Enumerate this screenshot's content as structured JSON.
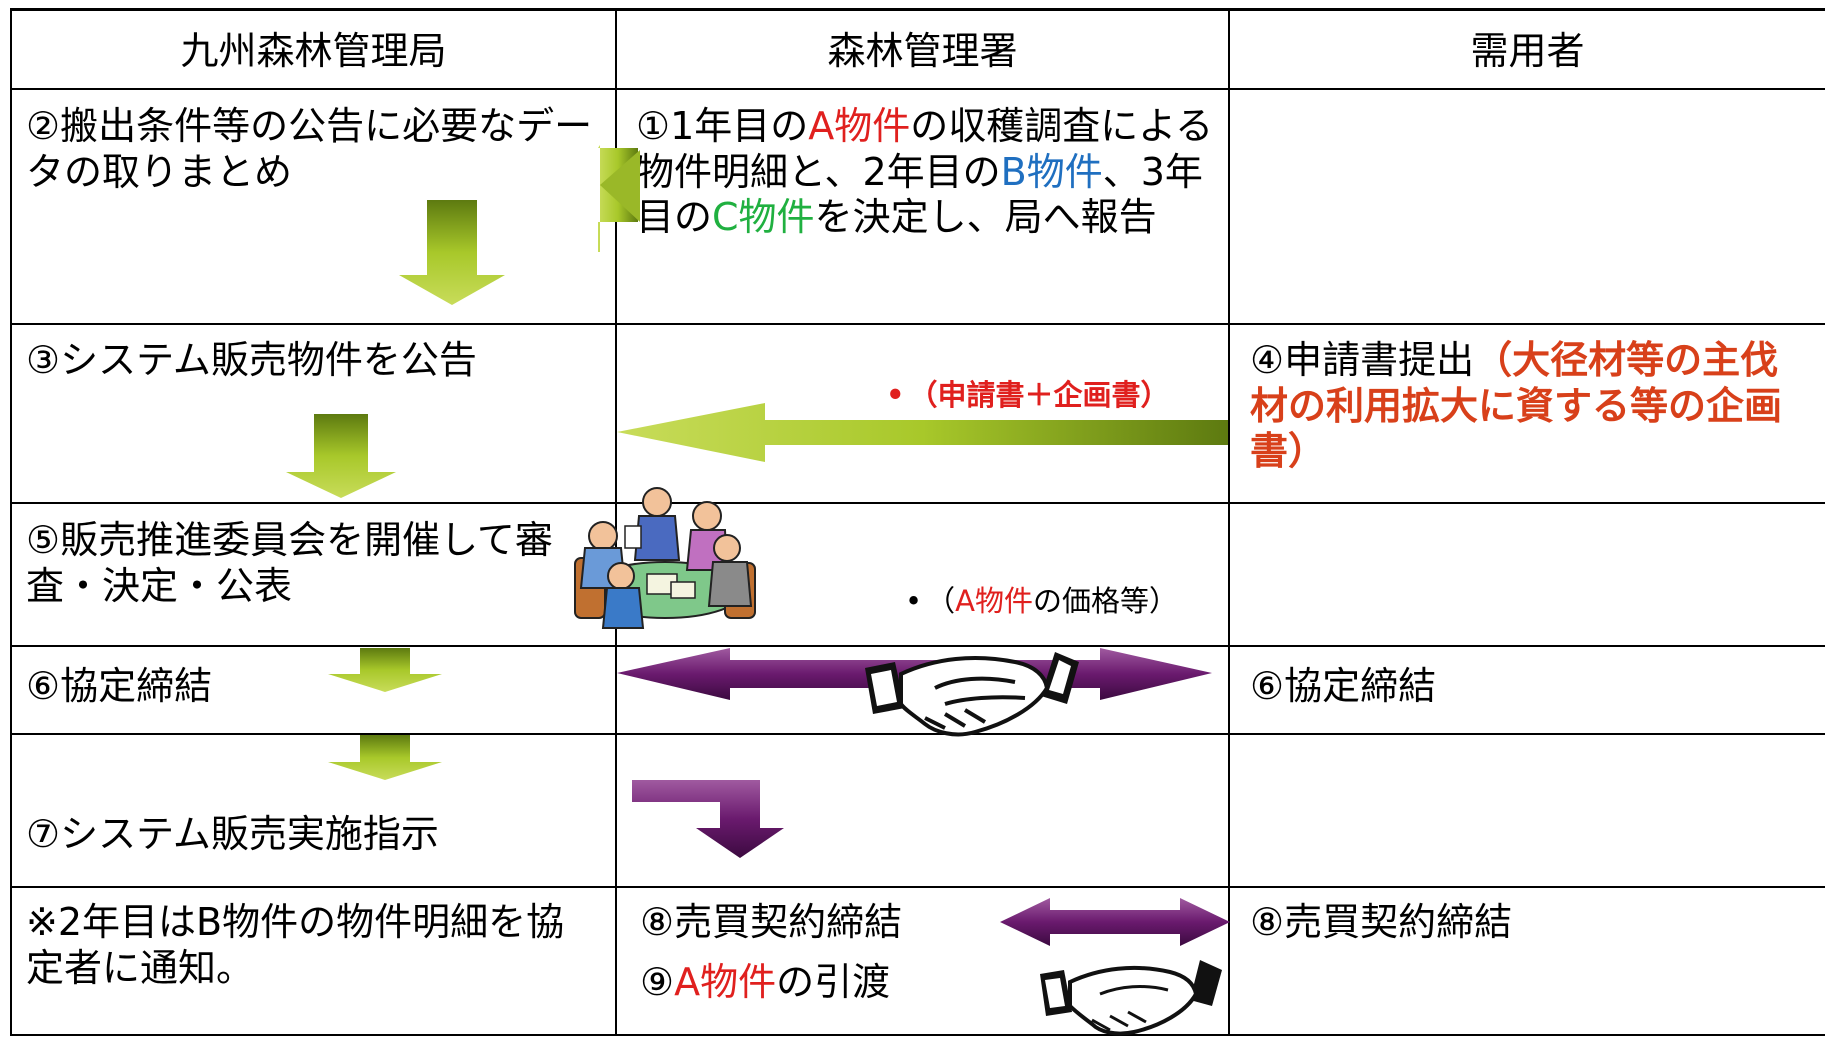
{
  "headers": [
    "九州森林管理局",
    "森林管理署",
    "需用者"
  ],
  "row1": {
    "bureau": "②搬出条件等の公告に必要なデータの取りまとめ",
    "office": {
      "p1": "①1年目の",
      "a": "A物件",
      "p2": "の収穫調査による物件明細と、2年目の",
      "b": "B物件",
      "p3": "、3年目の",
      "c": "C物件",
      "p4": "を決定し、局へ報告"
    }
  },
  "row2": {
    "bureau": "③システム販売物件を公告",
    "note": "（申請書＋企画書）",
    "user_main": "④申請書提出",
    "user_detail": "（大径材等の主伐材の利用拡大に資する等の企画書）"
  },
  "row3": {
    "bureau": "⑤販売推進委員会を開催して審査・決定・公表",
    "note_a": "A物件",
    "note_rest": "の価格等）",
    "note_open": "（"
  },
  "row4": {
    "bureau": "⑥協定締結",
    "user": "⑥協定締結"
  },
  "row5": {
    "bureau": "⑦システム販売実施指示"
  },
  "row6": {
    "bureau": "※2年目はB物件の物件明細を協定者に通知。",
    "office1": "⑧売買契約締結",
    "office2_num": "⑨",
    "office2_a": "A物件",
    "office2_rest": "の引渡",
    "user": "⑧売買契約締結"
  },
  "colors": {
    "green_arrow": "#8fb020",
    "purple_arrow": "#6a1a6e",
    "red": "#e0201e",
    "blue": "#1f6fc0",
    "green_text": "#20b040"
  }
}
